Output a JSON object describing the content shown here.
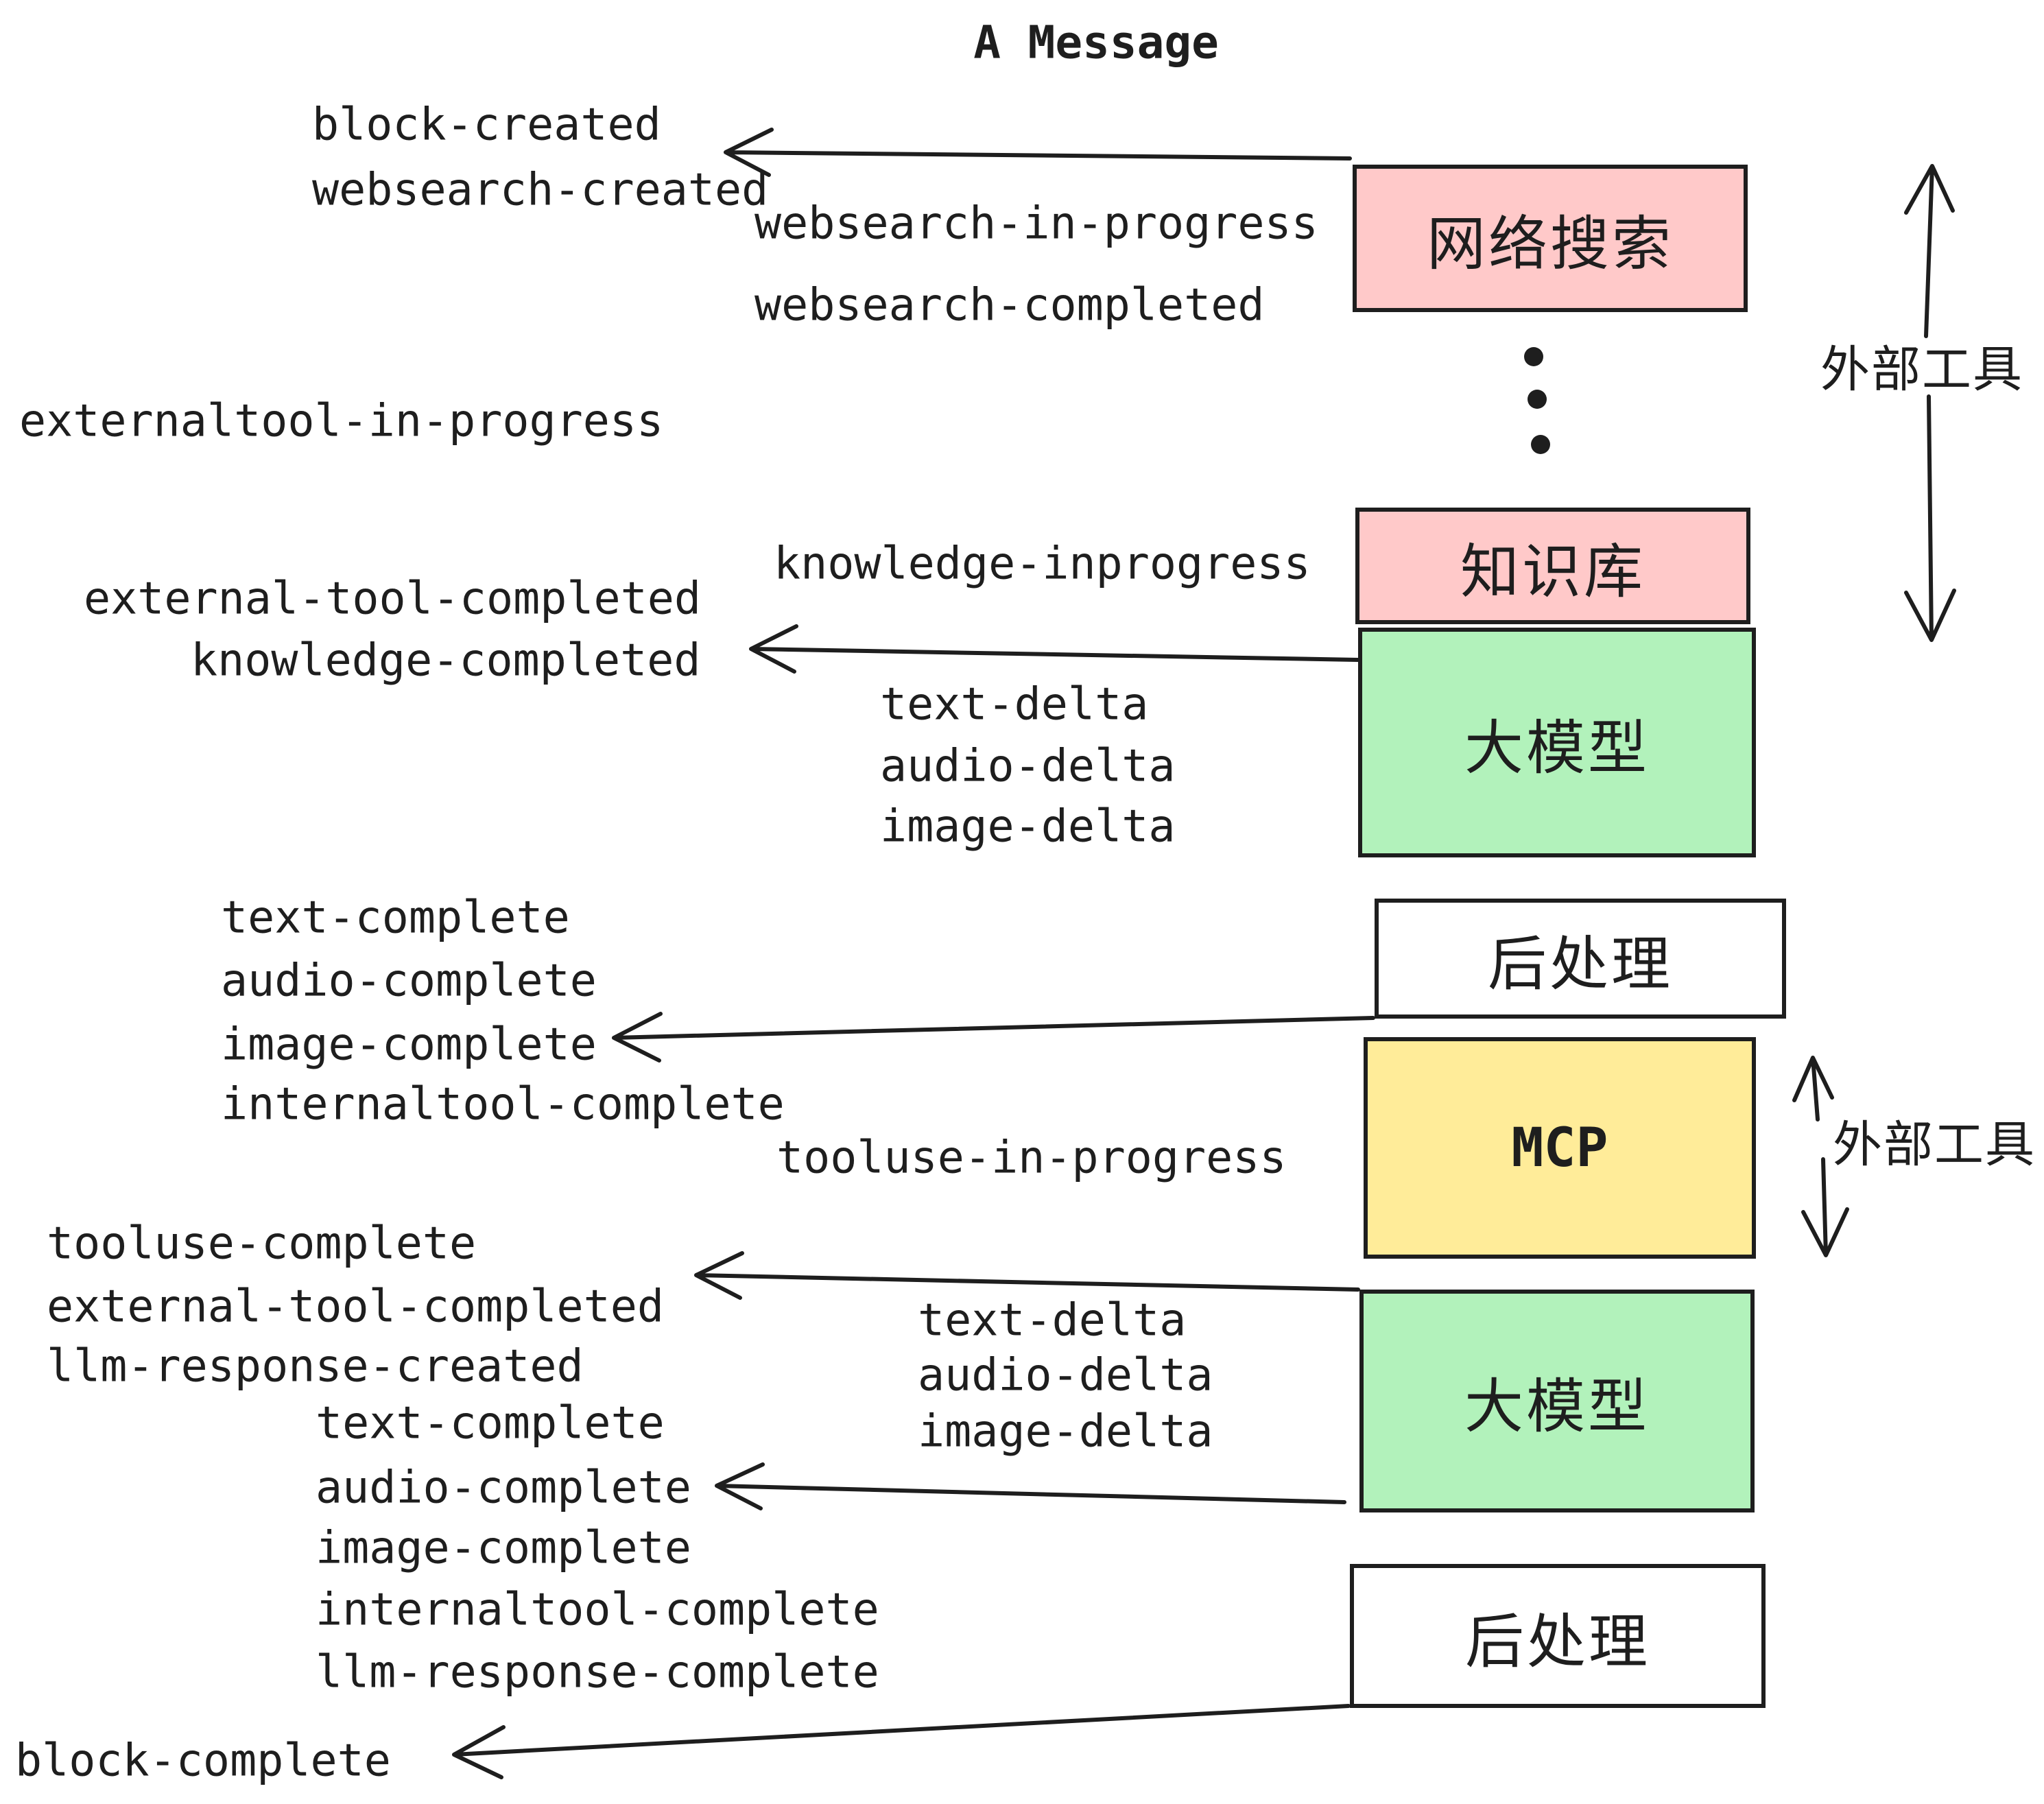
{
  "title": "A Message",
  "colors": {
    "pink": "#ffc9c9",
    "green": "#b2f2bb",
    "yellow": "#ffec99",
    "white": "#ffffff",
    "stroke": "#1e1e1e"
  },
  "events": {
    "block_created": "block-created",
    "websearch_created": "websearch-created",
    "websearch_in_progress": "websearch-in-progress",
    "websearch_completed": "websearch-completed",
    "externaltool_in_progress": "externaltool-in-progress",
    "knowledge_inprogress": "knowledge-inprogress",
    "external_tool_completed": "external-tool-completed",
    "knowledge_completed": "knowledge-completed",
    "text_delta": "text-delta",
    "audio_delta": "audio-delta",
    "image_delta": "image-delta",
    "text_complete": "text-complete",
    "audio_complete": "audio-complete",
    "image_complete": "image-complete",
    "internaltool_complete": "internaltool-complete",
    "tooluse_in_progress": "tooluse-in-progress",
    "tooluse_complete": "tooluse-complete",
    "external_tool_completed_2": "external-tool-completed",
    "llm_response_created": "llm-response-created",
    "text_complete_2": "text-complete",
    "audio_complete_2": "audio-complete",
    "image_complete_2": "image-complete",
    "internaltool_complete_2": "internaltool-complete",
    "llm_response_complete": "llm-response-complete",
    "text_delta_2": "text-delta",
    "audio_delta_2": "audio-delta",
    "image_delta_2": "image-delta",
    "block_complete": "block-complete"
  },
  "boxes": [
    {
      "id": "websearch",
      "label": "网络搜索",
      "fill": "pink"
    },
    {
      "id": "knowledge",
      "label": "知识库",
      "fill": "pink"
    },
    {
      "id": "llm1",
      "label": "大模型",
      "fill": "green"
    },
    {
      "id": "post1",
      "label": "后处理",
      "fill": "white"
    },
    {
      "id": "mcp",
      "label": "MCP",
      "fill": "yellow"
    },
    {
      "id": "llm2",
      "label": "大模型",
      "fill": "green"
    },
    {
      "id": "post2",
      "label": "后处理",
      "fill": "white"
    }
  ],
  "side_labels": {
    "external_tool_1": "外部工具",
    "external_tool_2": "外部工具"
  }
}
